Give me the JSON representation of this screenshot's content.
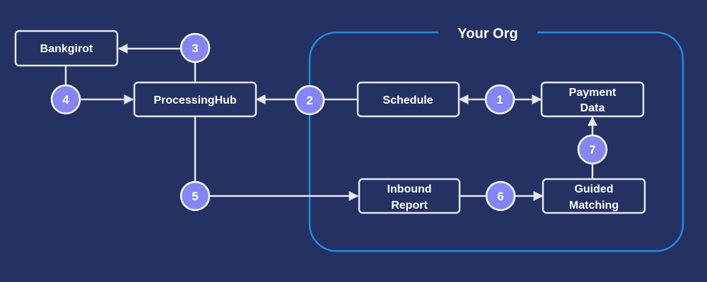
{
  "org_title": "Your Org",
  "nodes": {
    "bankgirot": "Bankgirot",
    "processing_hub": "ProcessingHub",
    "schedule": "Schedule",
    "payment_data": [
      "Payment",
      "Data"
    ],
    "inbound_report": [
      "Inbound",
      "Report"
    ],
    "guided_matching": [
      "Guided",
      "Matching"
    ]
  },
  "steps": [
    "1",
    "2",
    "3",
    "4",
    "5",
    "6",
    "7"
  ],
  "colors": {
    "background": "#243163",
    "node_border": "#e6e8f2",
    "line": "#e6e8f2",
    "step_fill": "#8585f5",
    "org_border": "#1f8fe0"
  }
}
